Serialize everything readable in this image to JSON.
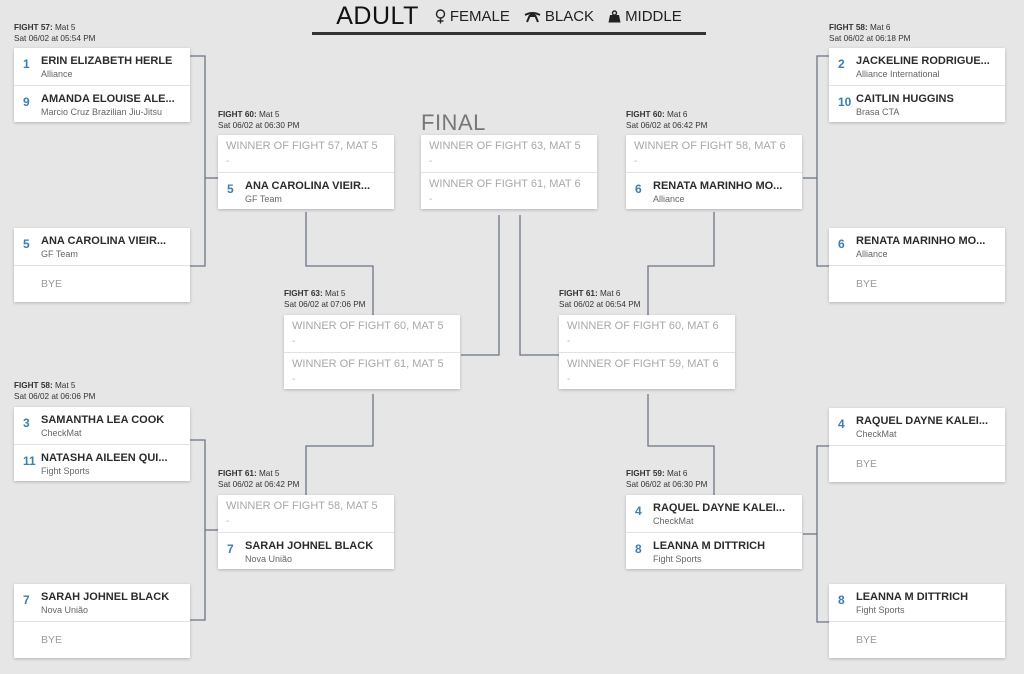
{
  "header": {
    "title": "ADULT",
    "gender": "FEMALE",
    "belt": "BLACK",
    "weight": "MIDDLE"
  },
  "final_label": "FINAL",
  "labels": {
    "f57m5": {
      "fight": "FIGHT 57:",
      "mat": "Mat 5",
      "time": "Sat 06/02 at 05:54 PM"
    },
    "f58m5": {
      "fight": "FIGHT 58:",
      "mat": "Mat 5",
      "time": "Sat 06/02 at 06:06 PM"
    },
    "f60m5": {
      "fight": "FIGHT 60:",
      "mat": "Mat 5",
      "time": "Sat 06/02 at 06:30 PM"
    },
    "f61m5": {
      "fight": "FIGHT 61:",
      "mat": "Mat 5",
      "time": "Sat 06/02 at 06:42 PM"
    },
    "f63m5": {
      "fight": "FIGHT 63:",
      "mat": "Mat 5",
      "time": "Sat 06/02 at 07:06 PM"
    },
    "f58m6": {
      "fight": "FIGHT 58:",
      "mat": "Mat 6",
      "time": "Sat 06/02 at 06:18 PM"
    },
    "f60m6": {
      "fight": "FIGHT 60:",
      "mat": "Mat 6",
      "time": "Sat 06/02 at 06:42 PM"
    },
    "f61m6": {
      "fight": "FIGHT 61:",
      "mat": "Mat 6",
      "time": "Sat 06/02 at 06:54 PM"
    },
    "f59m6": {
      "fight": "FIGHT 59:",
      "mat": "Mat 6",
      "time": "Sat 06/02 at 06:30 PM"
    }
  },
  "cards": {
    "f57m5": [
      {
        "seed": "1",
        "name": "ERIN ELIZABETH HERLE",
        "team": "Alliance"
      },
      {
        "seed": "9",
        "name": "AMANDA ELOUISE ALE...",
        "team": "Marcio Cruz Brazilian Jiu-Jitsu"
      }
    ],
    "bye1": [
      {
        "seed": "5",
        "name": "ANA CAROLINA VIEIR...",
        "team": "GF Team"
      },
      {
        "bye": "BYE"
      }
    ],
    "f58m5": [
      {
        "seed": "3",
        "name": "SAMANTHA LEA COOK",
        "team": "CheckMat"
      },
      {
        "seed": "11",
        "name": "NATASHA AILEEN QUI...",
        "team": "Fight Sports"
      }
    ],
    "bye2": [
      {
        "seed": "7",
        "name": "SARAH JOHNEL BLACK",
        "team": "Nova União"
      },
      {
        "bye": "BYE"
      }
    ],
    "f60m5": [
      {
        "pending": "WINNER OF FIGHT 57, MAT 5",
        "dash": "-"
      },
      {
        "seed": "5",
        "name": "ANA CAROLINA VIEIR...",
        "team": "GF Team"
      }
    ],
    "f61m5": [
      {
        "pending": "WINNER OF FIGHT 58, MAT 5",
        "dash": "-"
      },
      {
        "seed": "7",
        "name": "SARAH JOHNEL BLACK",
        "team": "Nova União"
      }
    ],
    "f63m5": [
      {
        "pending": "WINNER OF FIGHT 60, MAT 5",
        "dash": "-"
      },
      {
        "pending": "WINNER OF FIGHT 61, MAT 5",
        "dash": "-"
      }
    ],
    "final": [
      {
        "pending": "WINNER OF FIGHT 63, MAT 5",
        "dash": "-"
      },
      {
        "pending": "WINNER OF FIGHT 61, MAT 6",
        "dash": "-"
      }
    ],
    "f61m6": [
      {
        "pending": "WINNER OF FIGHT 60, MAT 6",
        "dash": "-"
      },
      {
        "pending": "WINNER OF FIGHT 59, MAT 6",
        "dash": "-"
      }
    ],
    "f60m6": [
      {
        "pending": "WINNER OF FIGHT 58, MAT 6",
        "dash": "-"
      },
      {
        "seed": "6",
        "name": "RENATA MARINHO MO...",
        "team": "Alliance"
      }
    ],
    "f59m6": [
      {
        "seed": "4",
        "name": "RAQUEL DAYNE KALEI...",
        "team": "CheckMat"
      },
      {
        "seed": "8",
        "name": "LEANNA M DITTRICH",
        "team": "Fight Sports"
      }
    ],
    "f58m6": [
      {
        "seed": "2",
        "name": "JACKELINE RODRIGUE...",
        "team": "Alliance International"
      },
      {
        "seed": "10",
        "name": "CAITLIN HUGGINS",
        "team": "Brasa CTA"
      }
    ],
    "bye3": [
      {
        "seed": "6",
        "name": "RENATA MARINHO MO...",
        "team": "Alliance"
      },
      {
        "bye": "BYE"
      }
    ],
    "bye4": [
      {
        "seed": "4",
        "name": "RAQUEL DAYNE KALEI...",
        "team": "CheckMat"
      },
      {
        "bye": "BYE"
      }
    ],
    "bye5": [
      {
        "seed": "8",
        "name": "LEANNA M DITTRICH",
        "team": "Fight Sports"
      },
      {
        "bye": "BYE"
      }
    ]
  }
}
